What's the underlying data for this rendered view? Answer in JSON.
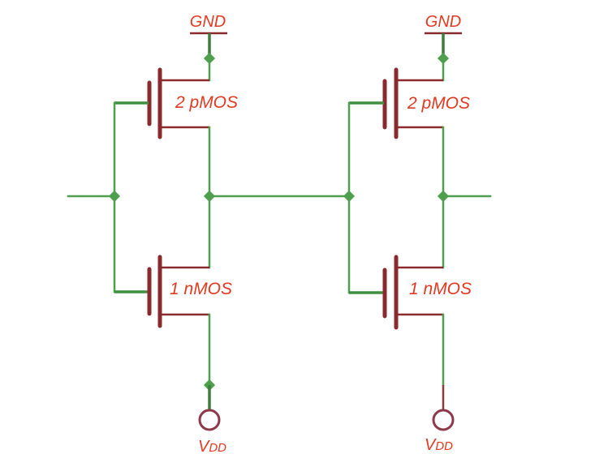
{
  "diagram": {
    "title": "Two cascaded inverter stages (CMOS schematic)",
    "stages": [
      {
        "id": "stage-1",
        "top_transistor": {
          "size": "2",
          "type": "pMOS",
          "label": "2 pMOS"
        },
        "bottom_transistor": {
          "size": "1",
          "type": "nMOS",
          "label": "1 nMOS"
        },
        "top_rail": {
          "label": "GND"
        },
        "bottom_rail": {
          "label_main": "V",
          "label_sub": "DD"
        }
      },
      {
        "id": "stage-2",
        "top_transistor": {
          "size": "2",
          "type": "pMOS",
          "label": "2 pMOS"
        },
        "bottom_transistor": {
          "size": "1",
          "type": "nMOS",
          "label": "1 nMOS"
        },
        "top_rail": {
          "label": "GND"
        },
        "bottom_rail": {
          "label_main": "V",
          "label_sub": "DD"
        }
      }
    ],
    "colors": {
      "wire": "#4ea04e",
      "device": "#8b2a2e",
      "label": "#e03a22",
      "background": "#ffffff"
    }
  }
}
